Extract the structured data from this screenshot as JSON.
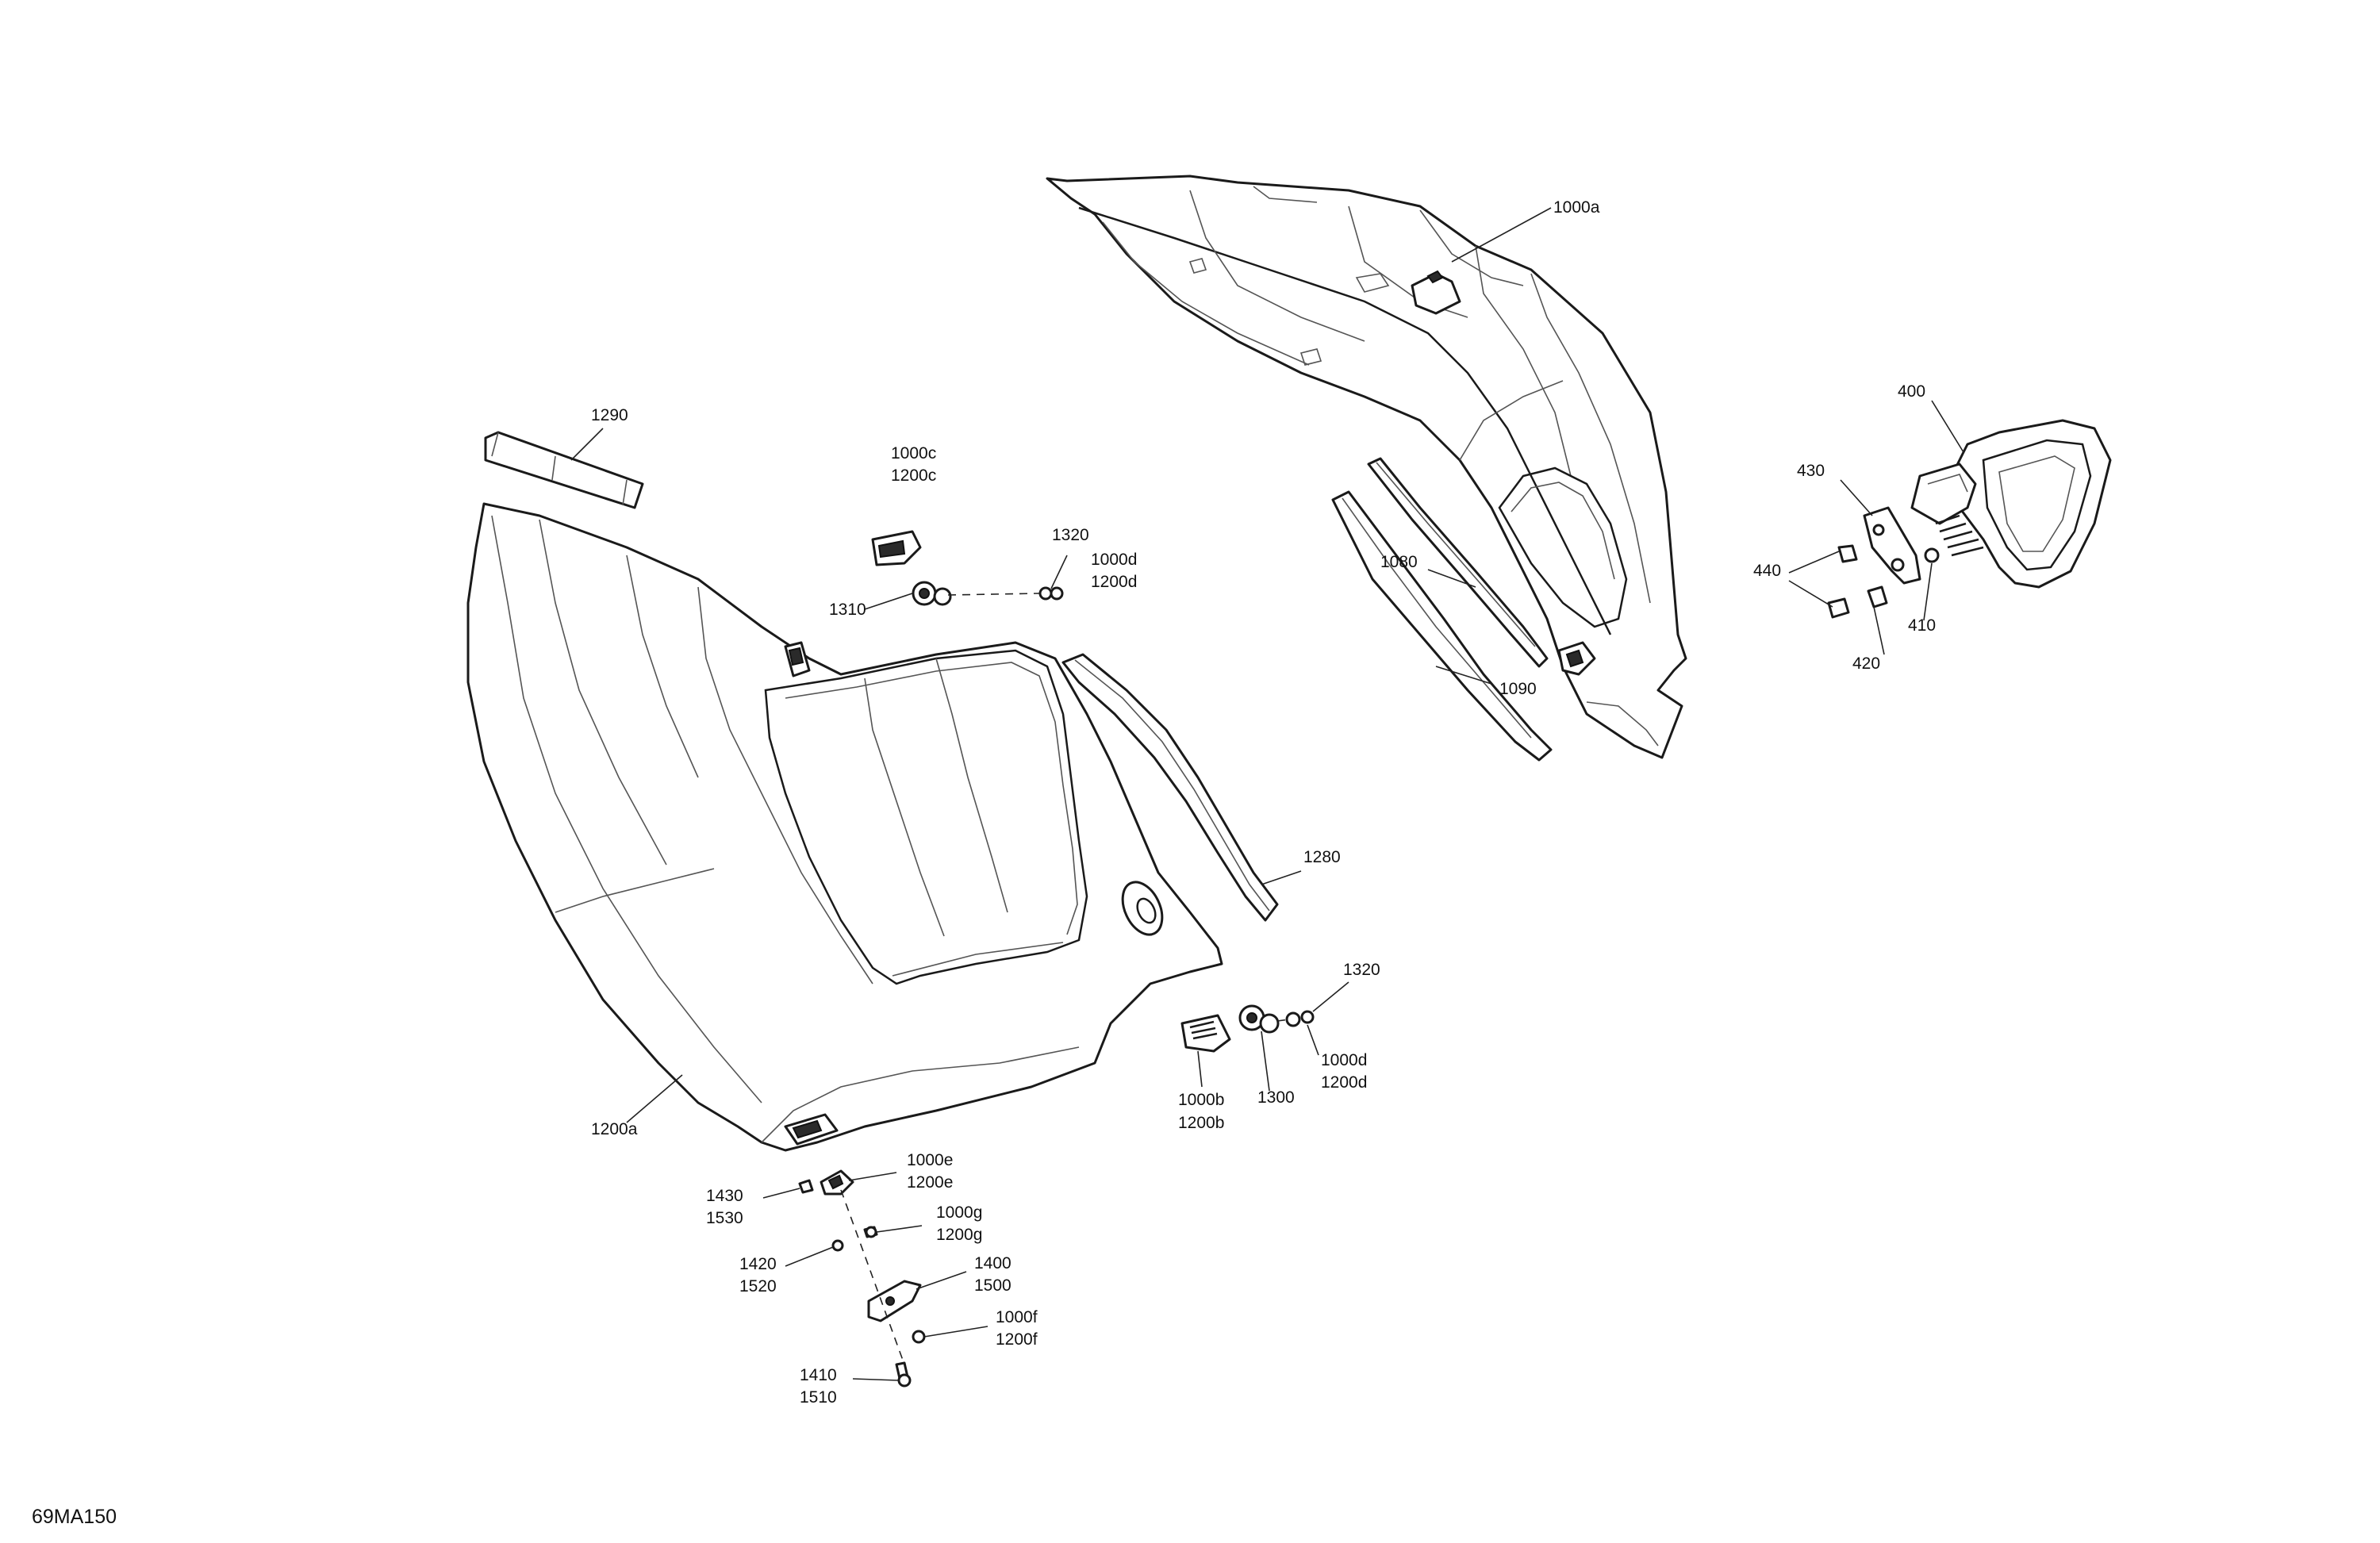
{
  "figure_id": "69MA150",
  "callouts": {
    "c_1000a": "1000a",
    "c_400": "400",
    "c_430": "430",
    "c_440": "440",
    "c_410": "410",
    "c_420": "420",
    "c_1080": "1080",
    "c_1090": "1090",
    "c_1290": "1290",
    "c_1000c": "1000c",
    "c_1200c": "1200c",
    "c_1320_top": "1320",
    "c_1000d_top": "1000d",
    "c_1200d_top": "1200d",
    "c_1310": "1310",
    "c_1280": "1280",
    "c_1320_bottom": "1320",
    "c_1000d_bottom": "1000d",
    "c_1200d_bottom": "1200d",
    "c_1300": "1300",
    "c_1000b": "1000b",
    "c_1200b": "1200b",
    "c_1200a": "1200a",
    "c_1000e": "1000e",
    "c_1200e": "1200e",
    "c_1430": "1430",
    "c_1530": "1530",
    "c_1000g": "1000g",
    "c_1200g": "1200g",
    "c_1420": "1420",
    "c_1520": "1520",
    "c_1400": "1400",
    "c_1500": "1500",
    "c_1000f": "1000f",
    "c_1200f": "1200f",
    "c_1410": "1410",
    "c_1510": "1510"
  }
}
